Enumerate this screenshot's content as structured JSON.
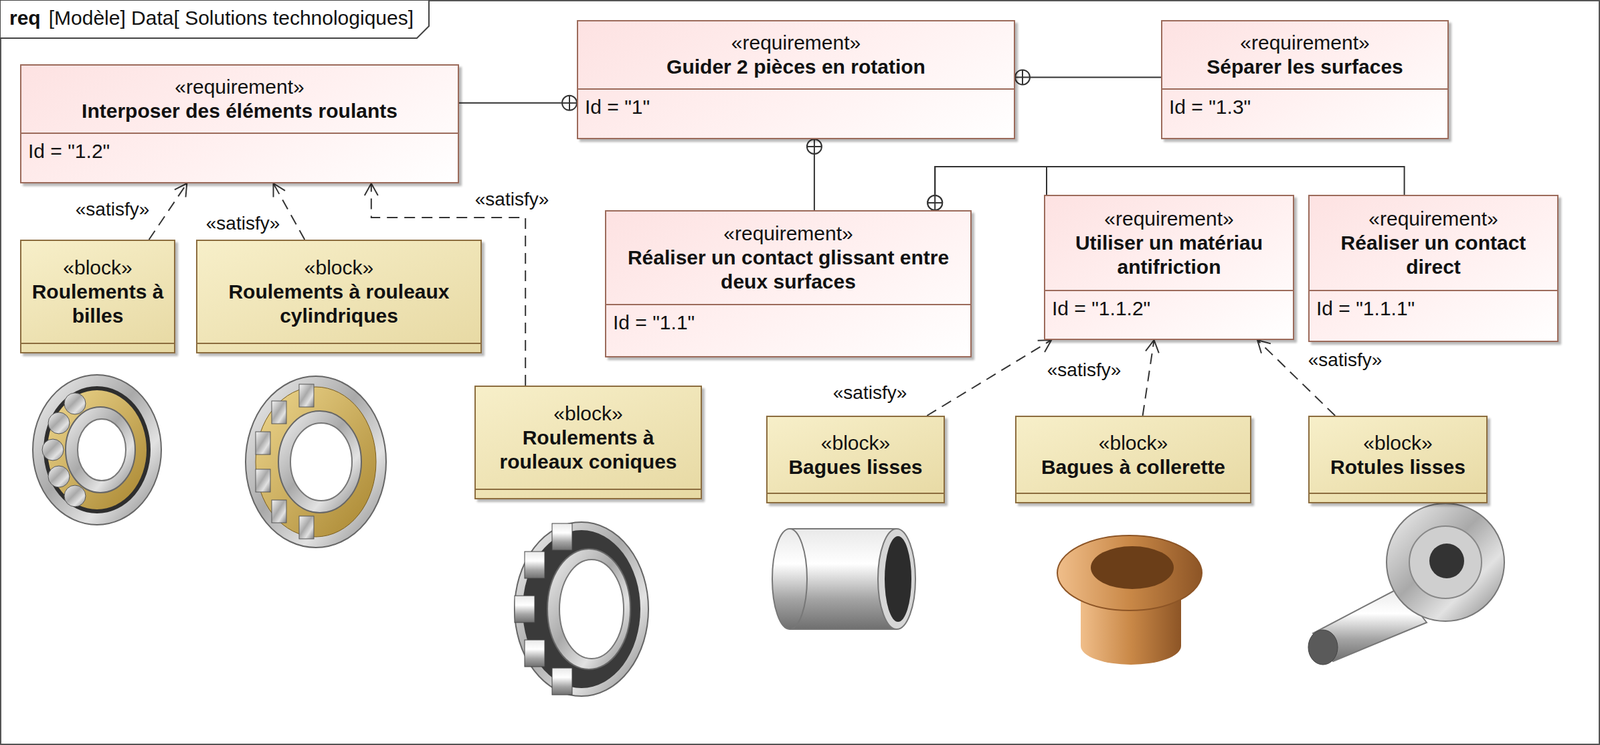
{
  "diagram": {
    "title": "[Modèle] Data[ Solutions technologiques]",
    "nodes": [
      {
        "text": [
          "«requirement»",
          "Interposer des éléments roulants",
          "Id = \"1.2\""
        ]
      },
      {
        "text": [
          "«requirement»",
          "Guider 2 pièces en rotation",
          "Id = \"1\""
        ]
      },
      {
        "text": [
          "«requirement»",
          "Séparer les surfaces",
          "Id = \"1.3\""
        ]
      },
      {
        "text": [
          "«requirement»",
          "Réaliser un contact glissant entre deux surfaces",
          "Id = \"1.1\""
        ]
      },
      {
        "text": [
          "«requirement»",
          "Utiliser un matériau antifriction",
          "Id = \"1.1.2\""
        ]
      },
      {
        "text": [
          "«requirement»",
          "Réaliser un contact direct",
          "Id = \"1.1.1\""
        ]
      },
      {
        "text": [
          "«block»",
          "Roulements à billes"
        ]
      },
      {
        "text": [
          "«block»",
          "Roulements à rouleaux cylindriques"
        ]
      },
      {
        "text": [
          "«block»",
          "Roulements à rouleaux coniques"
        ]
      },
      {
        "text": [
          "«block»",
          "Bagues lisses"
        ]
      },
      {
        "text": [
          "«block»",
          "Bagues à collerette"
        ]
      },
      {
        "text": [
          "«block»",
          "Rotules lisses"
        ]
      }
    ],
    "edges": [
      {
        "from": 0,
        "to": 1,
        "arrow": "to"
      },
      {
        "from": 2,
        "to": 1,
        "arrow": "to"
      },
      {
        "from": 3,
        "to": 1,
        "arrow": "to"
      },
      {
        "from": 4,
        "to": 3,
        "arrow": "to"
      },
      {
        "from": 5,
        "to": 3,
        "arrow": "to"
      },
      {
        "from": 6,
        "to": 0,
        "label": "«satisfy»",
        "arrow": "to"
      },
      {
        "from": 7,
        "to": 0,
        "label": "«satisfy»",
        "arrow": "to"
      },
      {
        "from": 8,
        "to": 0,
        "label": "«satisfy»",
        "arrow": "to"
      },
      {
        "from": 9,
        "to": 4,
        "label": "«satisfy»",
        "arrow": "to"
      },
      {
        "from": 10,
        "to": 4,
        "label": "«satisfy»",
        "arrow": "to"
      },
      {
        "from": 11,
        "to": 4,
        "label": "«satisfy»",
        "arrow": "to"
      }
    ],
    "labels": [
      "req"
    ]
  }
}
